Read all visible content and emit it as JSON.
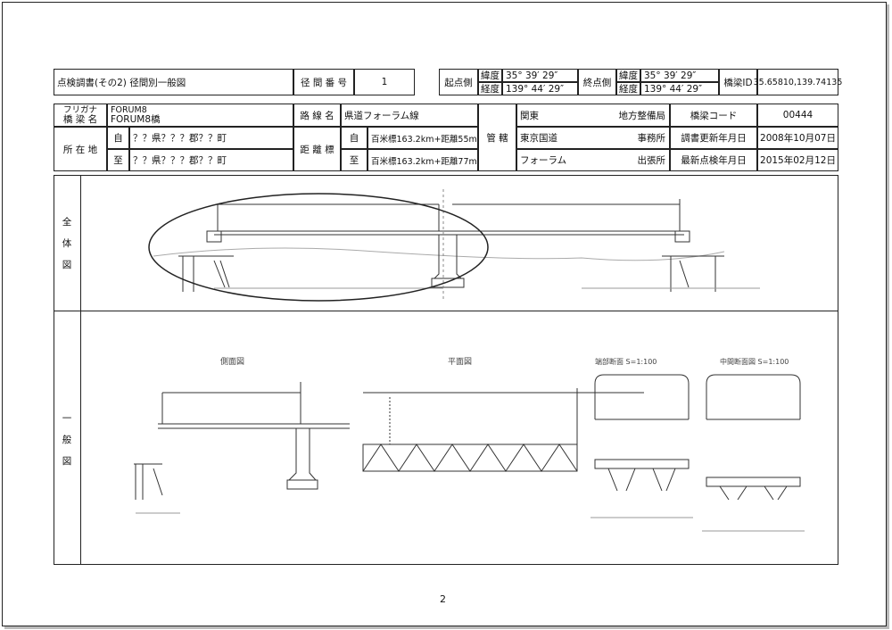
{
  "header": {
    "title": "点検調書(その2) 径間別一般図",
    "span_no_label": "径 間 番 号",
    "span_no_value": "1",
    "start_side_label": "起点側",
    "end_side_label": "終点側",
    "lat_label": "緯度",
    "lon_label": "経度",
    "start_lat": "35° 39′ 29″",
    "start_lon": "139° 44′ 29″",
    "end_lat": "35° 39′ 29″",
    "end_lon": "139° 44′ 29″",
    "bridge_id_label": "橋梁ID",
    "bridge_id_value": "35.65810,139.74135"
  },
  "info": {
    "furigana_label": "フリガナ",
    "bridge_name_label": "橋 梁 名",
    "furigana_value": "FORUM8",
    "bridge_name_value": "FORUM8橋",
    "route_label": "路 線 名",
    "route_value": "県道フォーラム線",
    "kanri_label": "管 轄",
    "region_left": "関東",
    "region_right": "地方整備局",
    "office_left": "東京国道",
    "office_right": "事務所",
    "branch_left": "フォーラム",
    "branch_right": "出張所",
    "bridge_code_label": "橋梁コード",
    "bridge_code_value": "00444",
    "location_label": "所 在 地",
    "from_label": "自",
    "to_label": "至",
    "location_from": "？？県？？？郡？？町",
    "location_to": "？？県？？？郡？？町",
    "distance_label": "距 離 標",
    "distance_from": "百米標163.2km+距離55m",
    "distance_to": "百米標163.2km+距離77m",
    "update_label": "調書更新年月日",
    "update_value": "2008年10月07日",
    "inspection_label": "最新点検年月日",
    "inspection_value": "2015年02月12日"
  },
  "sections": {
    "overall_chars": [
      "全",
      "体",
      "図"
    ],
    "general_chars": [
      "一",
      "般",
      "図"
    ]
  },
  "drawing_titles": {
    "side": "側面図",
    "plan": "平面図",
    "section_end": "端部断面 S=1:100",
    "section_mid": "中間断面図 S=1:100"
  },
  "page_number": "2"
}
